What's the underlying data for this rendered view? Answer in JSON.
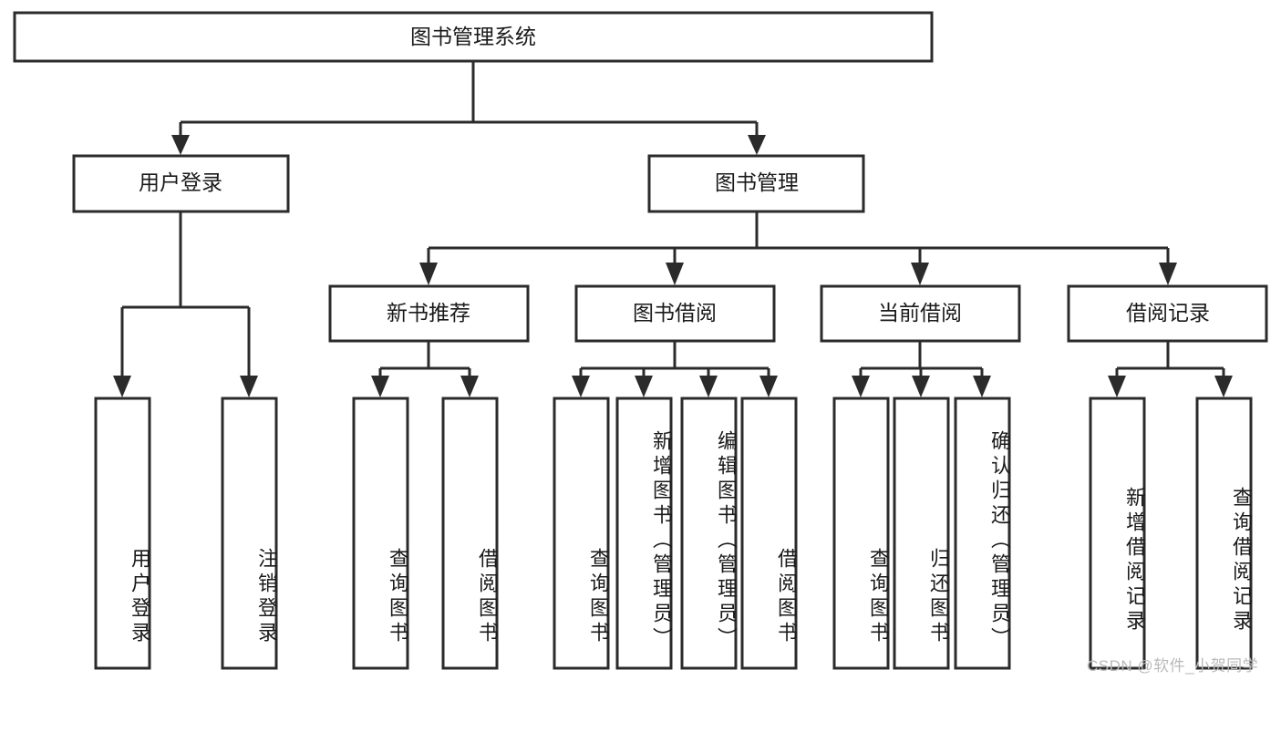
{
  "diagram": {
    "type": "tree-hierarchy",
    "orientation": "top-down",
    "root": {
      "id": "root",
      "label": "图书管理系统"
    },
    "level2": [
      {
        "id": "user-login",
        "label": "用户登录"
      },
      {
        "id": "book-management",
        "label": "图书管理"
      }
    ],
    "level3": [
      {
        "id": "new-book-recommend",
        "label": "新书推荐",
        "parent": "book-management"
      },
      {
        "id": "book-borrow",
        "label": "图书借阅",
        "parent": "book-management"
      },
      {
        "id": "current-borrow",
        "label": "当前借阅",
        "parent": "book-management"
      },
      {
        "id": "borrow-record",
        "label": "借阅记录",
        "parent": "book-management"
      }
    ],
    "leaves": {
      "user-login": [
        {
          "id": "leaf-user-login",
          "label": "用户登录"
        },
        {
          "id": "leaf-user-logout",
          "label": "注销登录"
        }
      ],
      "new-book-recommend": [
        {
          "id": "leaf-query-book-1",
          "label": "查询图书"
        },
        {
          "id": "leaf-borrow-book-1",
          "label": "借阅图书"
        }
      ],
      "book-borrow": [
        {
          "id": "leaf-query-book-2",
          "label": "查询图书"
        },
        {
          "id": "leaf-add-book",
          "label": "新增图书（管理员）"
        },
        {
          "id": "leaf-edit-book",
          "label": "编辑图书（管理员）"
        },
        {
          "id": "leaf-borrow-book-2",
          "label": "借阅图书"
        }
      ],
      "current-borrow": [
        {
          "id": "leaf-query-book-3",
          "label": "查询图书"
        },
        {
          "id": "leaf-return-book",
          "label": "归还图书"
        },
        {
          "id": "leaf-confirm-return",
          "label": "确认归还（管理员）"
        }
      ],
      "borrow-record": [
        {
          "id": "leaf-add-record",
          "label": "新增借阅记录"
        },
        {
          "id": "leaf-query-record",
          "label": "查询借阅记录"
        }
      ]
    }
  },
  "watermark": {
    "text": "CSDN @软件_小贺同学"
  },
  "colors": {
    "stroke": "#2b2b2b",
    "fill": "#ffffff",
    "text": "#1a1a1a",
    "watermark": "#b9b9b9"
  }
}
